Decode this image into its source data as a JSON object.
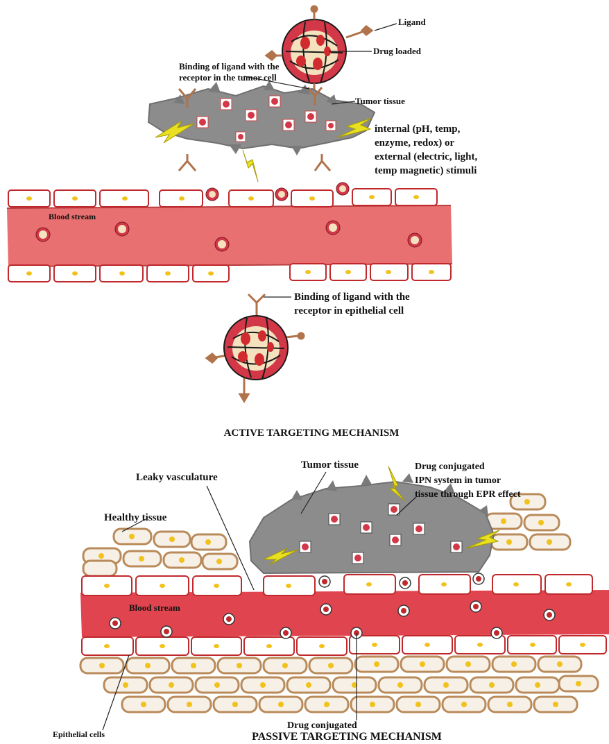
{
  "active": {
    "labels": {
      "ligand": "Ligand",
      "drug_loaded": "Drug loaded",
      "binding_tumor_1": "Binding of ligand with the",
      "binding_tumor_2": "receptor in the tumor cell",
      "tumor_tissue": "Tumor tissue",
      "stimuli_1": "internal (pH, temp,",
      "stimuli_2": "enzyme, redox) or",
      "stimuli_3": "external (electric, light,",
      "stimuli_4": "temp magnetic) stimuli",
      "blood_stream": "Blood stream",
      "binding_epi_1": "Binding of ligand with the",
      "binding_epi_2": "receptor in epithelial cell"
    },
    "caption": "ACTIVE TARGETING MECHANISM"
  },
  "passive": {
    "labels": {
      "leaky": "Leaky vasculature",
      "tumor_tissue": "Tumor tissue",
      "drug_ipn_1": "Drug conjugated",
      "drug_ipn_2": "IPN system in tumor",
      "drug_ipn_3": "tissue through EPR effect",
      "healthy": "Healthy tissue",
      "blood_stream": "Blood stream",
      "drug_conjugated": "Drug conjugated",
      "epithelial": "Epithelial cells"
    },
    "caption": "PASSIVE TARGETING MECHANISM"
  },
  "colors": {
    "vessel_active": "#e87070",
    "vessel_passive": "#e0454f",
    "cell_border": "#c0282c",
    "nucleus": "#f2c21c",
    "tissue": "#8c8c8c",
    "ligand": "#b0734b",
    "bolt": "#e8e020"
  }
}
